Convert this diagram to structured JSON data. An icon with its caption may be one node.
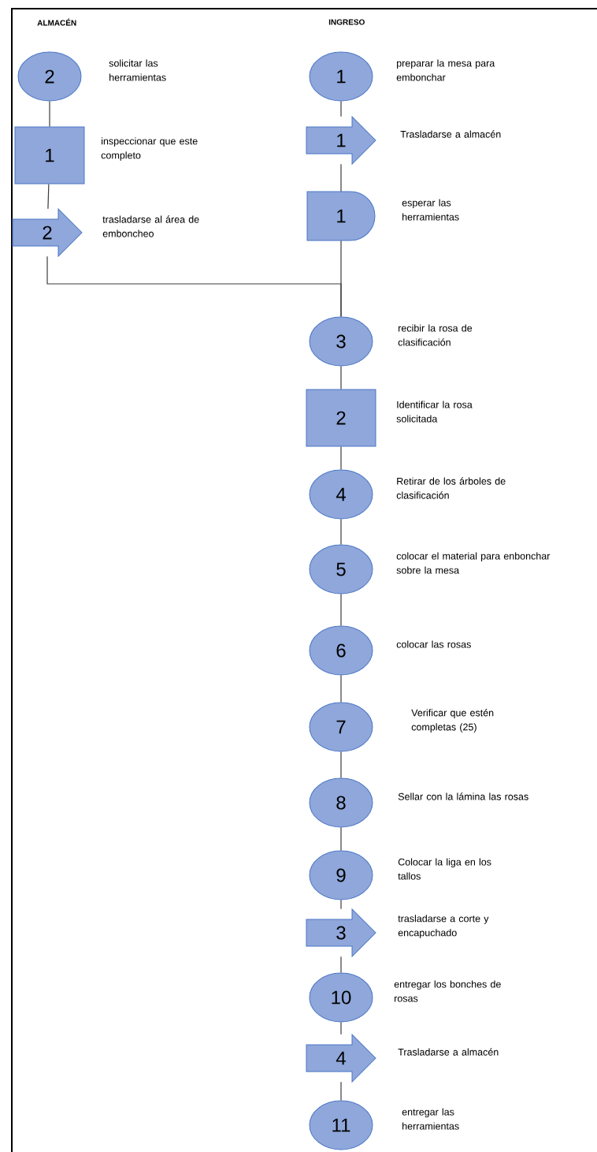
{
  "diagram": {
    "nodes": [
      {
        "text": [
          "2"
        ],
        "beside": [
          "solicitar las herramientas"
        ]
      },
      {
        "text": [
          "1"
        ],
        "beside": [
          "inspeccionar que este completo"
        ]
      },
      {
        "text": [
          "2"
        ],
        "beside": [
          "trasladarse al área de emboncheo"
        ]
      },
      {
        "text": [
          "1"
        ],
        "beside": [
          "preparar la mesa para embonchar"
        ]
      },
      {
        "text": [
          "1"
        ],
        "beside": [
          "Trasladarse a almacén"
        ]
      },
      {
        "text": [
          "1"
        ],
        "beside": [
          "esperar las herramientas"
        ]
      },
      {
        "text": [
          "3"
        ],
        "beside": [
          "recibir la rosa de clasificación"
        ]
      },
      {
        "text": [
          "2"
        ],
        "beside": [
          "Identificar la rosa solicitada"
        ]
      },
      {
        "text": [
          "4"
        ],
        "beside": [
          "Retirar de los árboles de clasificación"
        ]
      },
      {
        "text": [
          "5"
        ],
        "beside": [
          "colocar el material para enbonchar sobre la mesa"
        ]
      },
      {
        "text": [
          "6"
        ],
        "beside": [
          "colocar las rosas"
        ]
      },
      {
        "text": [
          "7"
        ],
        "beside": [
          "Verificar que estén completas (25)"
        ]
      },
      {
        "text": [
          "8"
        ],
        "beside": [
          "Sellar con la lámina las rosas"
        ]
      },
      {
        "text": [
          "9"
        ],
        "beside": [
          "Colocar la liga en los tallos"
        ]
      },
      {
        "text": [
          "3"
        ],
        "beside": [
          "trasladarse a corte y encapuchado"
        ]
      },
      {
        "text": [
          "10"
        ],
        "beside": [
          "entregar los bonches de rosas"
        ]
      },
      {
        "text": [
          "4"
        ],
        "beside": [
          "Trasladarse a almacén"
        ]
      },
      {
        "text": [
          "11"
        ],
        "beside": [
          "entregar las herramientas"
        ]
      }
    ],
    "edges": [
      {
        "from": 0,
        "to": 1,
        "arrow": "none"
      },
      {
        "from": 1,
        "to": 2,
        "arrow": "none"
      },
      {
        "from": 2,
        "to": 6,
        "arrow": "none"
      },
      {
        "from": 3,
        "to": 4,
        "arrow": "none"
      },
      {
        "from": 4,
        "to": 5,
        "arrow": "none"
      },
      {
        "from": 5,
        "to": 6,
        "arrow": "none"
      },
      {
        "from": 6,
        "to": 7,
        "arrow": "none"
      },
      {
        "from": 7,
        "to": 8,
        "arrow": "none"
      },
      {
        "from": 8,
        "to": 9,
        "arrow": "none"
      },
      {
        "from": 9,
        "to": 10,
        "arrow": "none"
      },
      {
        "from": 10,
        "to": 11,
        "arrow": "none"
      },
      {
        "from": 11,
        "to": 12,
        "arrow": "none"
      },
      {
        "from": 12,
        "to": 13,
        "arrow": "none"
      },
      {
        "from": 13,
        "to": 14,
        "arrow": "none"
      },
      {
        "from": 14,
        "to": 15,
        "arrow": "none"
      },
      {
        "from": 15,
        "to": 16,
        "arrow": "none"
      },
      {
        "from": 16,
        "to": 17,
        "arrow": "none"
      }
    ],
    "labels": [
      "ALMACÉN",
      "INGRESO"
    ]
  }
}
